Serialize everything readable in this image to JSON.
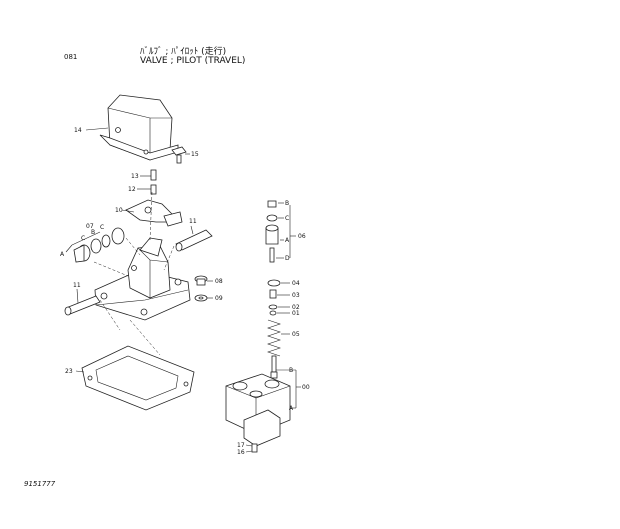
{
  "header": {
    "page_code": "081",
    "title_jp": "ﾊﾞﾙﾌﾞ ; ﾊﾟｲﾛｯﾄ (走行)",
    "title_en": "VALVE ; PILOT (TRAVEL)"
  },
  "callouts": {
    "c14": "14",
    "c15": "15",
    "c13": "13",
    "c12": "12",
    "c10": "10",
    "c07": "07",
    "cA": "A",
    "cB": "B",
    "cC": "C",
    "c11a": "11",
    "c11b": "11",
    "c08": "08",
    "c09": "09",
    "c23": "23",
    "cBr": "B",
    "cCr": "C",
    "cAr": "A",
    "c06": "06",
    "cDr": "D",
    "c04": "04",
    "c03": "03",
    "c02": "02",
    "c01": "01",
    "c05": "05",
    "cB2": "B",
    "c00": "00",
    "cA2": "A",
    "c17": "17",
    "c16": "16"
  },
  "footer": {
    "drawing_number": "9151777"
  }
}
